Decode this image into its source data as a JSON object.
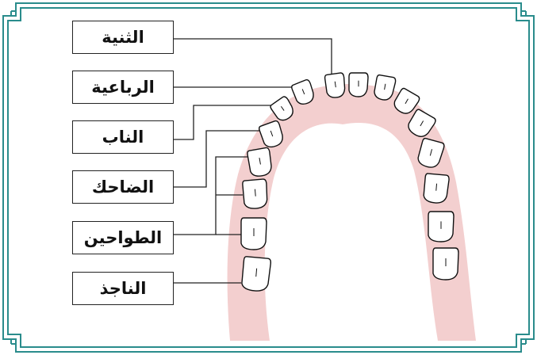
{
  "labels": {
    "central_incisor": "الثنية",
    "lateral_incisor": "الرباعية",
    "canine": "الناب",
    "premolar": "الضاحك",
    "molars": "الطواحين",
    "wisdom_tooth": "الناجذ"
  },
  "colors": {
    "frame": "#2a8c8c",
    "gum": "#f3cfcf",
    "tooth_fill": "#ffffff",
    "line": "#222222"
  },
  "icons": [
    "frame-corner-ornament"
  ]
}
